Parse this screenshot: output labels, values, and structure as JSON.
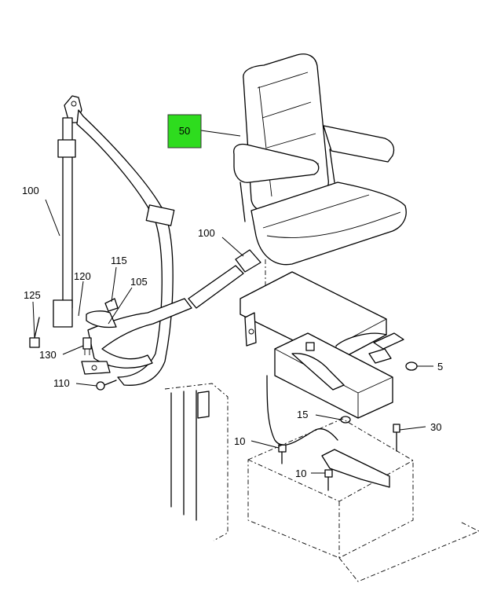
{
  "colors": {
    "highlight": "#2edc1e",
    "line": "#000000",
    "background": "#ffffff"
  },
  "callouts": [
    {
      "id": "c50",
      "label": "50",
      "highlighted": true
    },
    {
      "id": "c100a",
      "label": "100"
    },
    {
      "id": "c100b",
      "label": "100"
    },
    {
      "id": "c115",
      "label": "115"
    },
    {
      "id": "c120",
      "label": "120"
    },
    {
      "id": "c105",
      "label": "105"
    },
    {
      "id": "c125",
      "label": "125"
    },
    {
      "id": "c130",
      "label": "130"
    },
    {
      "id": "c110",
      "label": "110"
    },
    {
      "id": "c5",
      "label": "5"
    },
    {
      "id": "c15",
      "label": "15"
    },
    {
      "id": "c30",
      "label": "30"
    },
    {
      "id": "c10a",
      "label": "10"
    },
    {
      "id": "c10b",
      "label": "10"
    }
  ]
}
